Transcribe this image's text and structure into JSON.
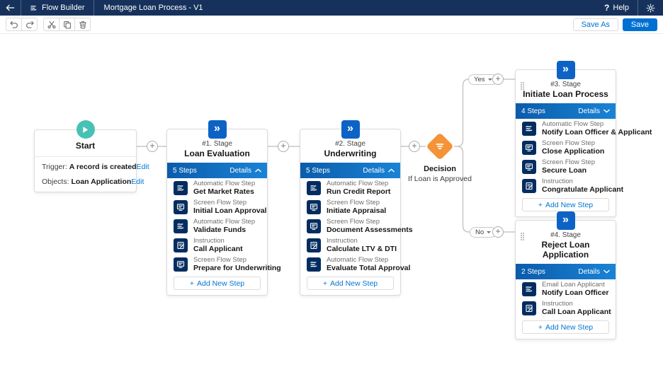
{
  "header": {
    "app_name": "Flow Builder",
    "flow_title": "Mortgage Loan Process - V1",
    "help_icon": "?",
    "help_label": "Help"
  },
  "toolbar": {
    "save_as_label": "Save As",
    "save_label": "Save"
  },
  "canvas": {
    "connector_plus": "+",
    "start": {
      "title": "Start",
      "rows": [
        {
          "label": "Trigger:",
          "value": "A record is created",
          "action": "Edit"
        },
        {
          "label": "Objects:",
          "value": "Loan Application",
          "action": "Edit"
        }
      ]
    },
    "stages": [
      {
        "number": "#1. Stage",
        "name": "Loan Evaluation",
        "steps_count": "5 Steps",
        "details_label": "Details",
        "details_chevron": "up",
        "drag_handle": false,
        "add_icon": "+",
        "add_label": "Add New Step",
        "steps": [
          {
            "type": "Automatic Flow Step",
            "name": "Get Market Rates",
            "icon": "flow"
          },
          {
            "type": "Screen Flow Step",
            "name": "Initial Loan Approval",
            "icon": "screen"
          },
          {
            "type": "Automatic Flow Step",
            "name": "Validate Funds",
            "icon": "flow"
          },
          {
            "type": "Instruction",
            "name": "Call Applicant",
            "icon": "instruction"
          },
          {
            "type": "Screen Flow Step",
            "name": "Prepare for Underwriting",
            "icon": "screen"
          }
        ]
      },
      {
        "number": "#2. Stage",
        "name": "Underwriting",
        "steps_count": "5 Steps",
        "details_label": "Details",
        "details_chevron": "up",
        "drag_handle": false,
        "add_icon": "+",
        "add_label": "Add New Step",
        "steps": [
          {
            "type": "Automatic Flow Step",
            "name": "Run Credit Report",
            "icon": "flow"
          },
          {
            "type": "Screen Flow Step",
            "name": "Initiate Appraisal",
            "icon": "screen"
          },
          {
            "type": "Screen Flow Step",
            "name": "Document Assessments",
            "icon": "screen"
          },
          {
            "type": "Instruction",
            "name": "Calculate LTV & DTI",
            "icon": "instruction"
          },
          {
            "type": "Automatic Flow Step",
            "name": "Evaluate Total Approval",
            "icon": "flow"
          }
        ]
      },
      {
        "number": "#3. Stage",
        "name": "Initiate Loan Process",
        "steps_count": "4 Steps",
        "details_label": "Details",
        "details_chevron": "down",
        "drag_handle": true,
        "add_icon": "+",
        "add_label": "Add New Step",
        "steps": [
          {
            "type": "Automatic Flow Step",
            "name": "Notify Loan Officer & Applicant",
            "icon": "flow"
          },
          {
            "type": "Screen Flow Step",
            "name": "Close Application",
            "icon": "screen"
          },
          {
            "type": "Screen Flow Step",
            "name": "Secure Loan",
            "icon": "screen"
          },
          {
            "type": "Instruction",
            "name": "Congratulate Applicant",
            "icon": "instruction"
          }
        ]
      },
      {
        "number": "#4. Stage",
        "name": "Reject Loan Application",
        "steps_count": "2 Steps",
        "details_label": "Details",
        "details_chevron": "down",
        "drag_handle": true,
        "add_icon": "+",
        "add_label": "Add New Step",
        "steps": [
          {
            "type": "Email Loan Applicant",
            "name": "Notify Loan Officer",
            "icon": "flow"
          },
          {
            "type": "Instruction",
            "name": "Call Loan Applicant",
            "icon": "instruction"
          }
        ]
      }
    ],
    "decision": {
      "title": "Decision",
      "subtitle": "If Loan is Approved",
      "branches": [
        {
          "label": "Yes"
        },
        {
          "label": "No"
        }
      ]
    }
  },
  "colors": {
    "header_bg": "#16325c",
    "accent_blue": "#0070d2",
    "stage_bar_start": "#0b5cab",
    "stage_bar_end": "#1a83d6",
    "step_icon_bg": "#032d60",
    "stage_icon_bg": "#0c63c5",
    "decision_orange": "#f49338",
    "start_teal": "#47c1b5",
    "link_blue": "#0176d3",
    "connector_gray": "#c9c7c5"
  }
}
